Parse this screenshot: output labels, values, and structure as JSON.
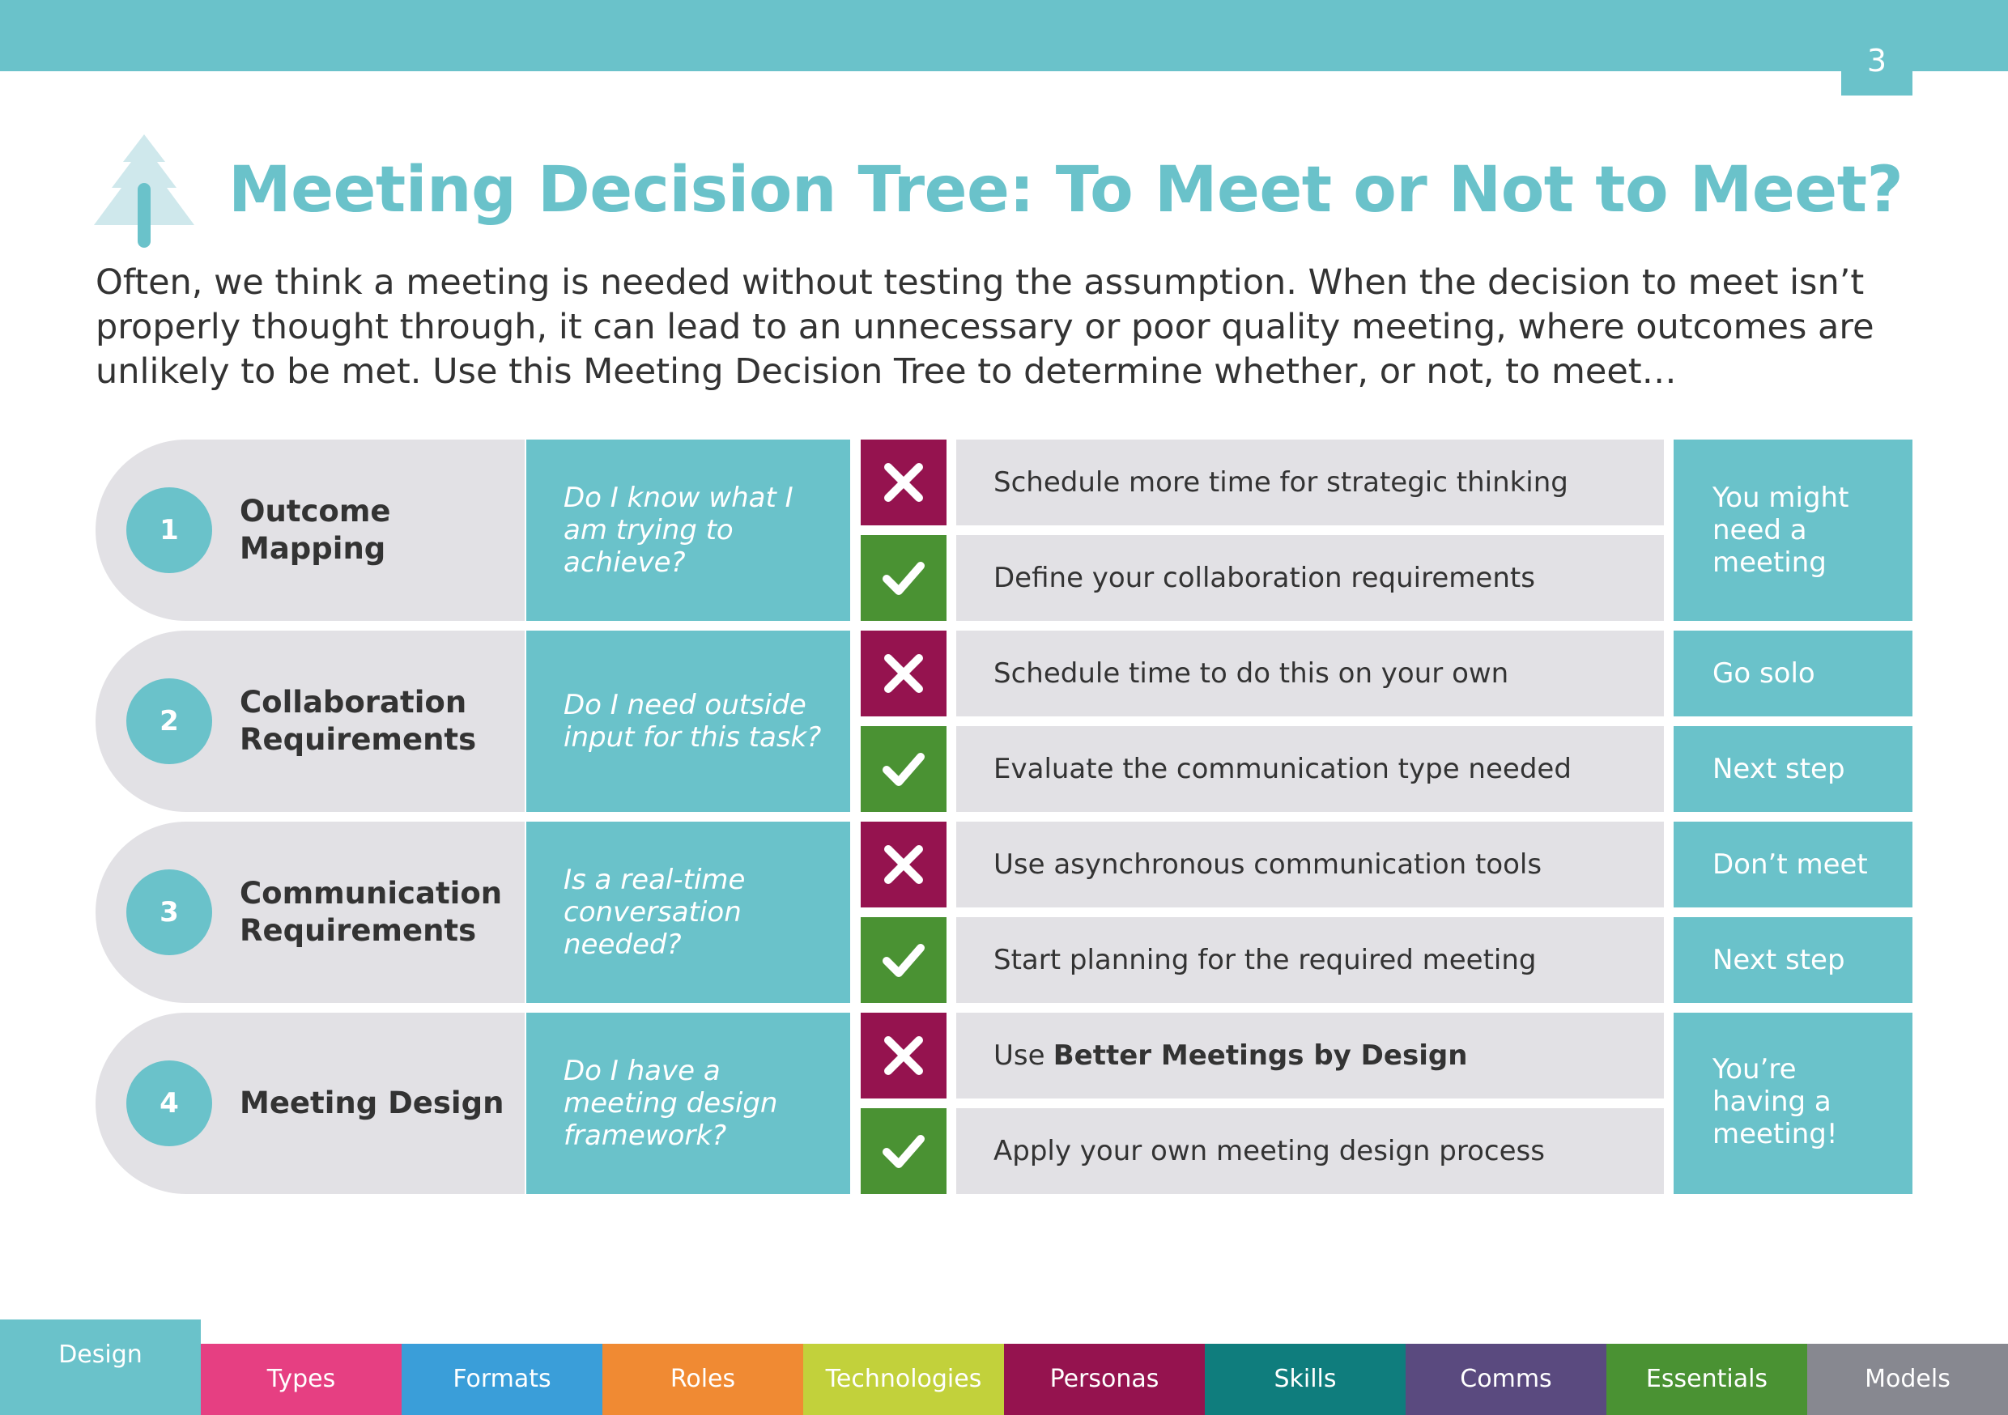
{
  "page_number": "3",
  "title": "Meeting Decision Tree: To Meet or Not to Meet?",
  "intro": "Often, we think a meeting is needed without testing the assumption. When the decision to meet isn’t properly thought through, it can lead to an unnecessary or poor quality meeting, where outcomes are unlikely to be met. Use this Meeting Decision Tree to determine whether, or not, to meet…",
  "icons": {
    "header": "tree-icon",
    "no": "cross-icon",
    "yes": "check-icon"
  },
  "colors": {
    "teal": "#6ac2ca",
    "grey": "#e2e1e5",
    "no": "#95134f",
    "yes": "#4a9233"
  },
  "steps": [
    {
      "number": "1",
      "name": "Outcome Mapping",
      "question": "Do I know what I am trying to achieve?",
      "no_action": "Schedule more time for strategic thinking",
      "yes_action": "Define your collaboration requirements",
      "outcome": "You might need a meeting"
    },
    {
      "number": "2",
      "name": "Collaboration Requirements",
      "question": "Do I need outside input for this task?",
      "no_action": "Schedule time to do this on your own",
      "no_outcome": "Go solo",
      "yes_action": "Evaluate the communication type needed",
      "yes_outcome": "Next step"
    },
    {
      "number": "3",
      "name": "Communication Requirements",
      "question": "Is a real-time conversation needed?",
      "no_action": "Use asynchronous communication tools",
      "no_outcome": "Don’t meet",
      "yes_action": "Start planning for the required meeting",
      "yes_outcome": "Next step"
    },
    {
      "number": "4",
      "name": "Meeting Design",
      "question": "Do I have a meeting design framework?",
      "no_action_prefix": "Use",
      "no_action_bold": "Better Meetings by Design",
      "yes_action": "Apply your own meeting design process",
      "outcome": "You’re having a meeting!"
    }
  ],
  "nav": [
    {
      "label": "Design",
      "color": "#6ac2ca",
      "active": true
    },
    {
      "label": "Types",
      "color": "#e63f82"
    },
    {
      "label": "Formats",
      "color": "#3a9ed9"
    },
    {
      "label": "Roles",
      "color": "#f08a33"
    },
    {
      "label": "Technologies",
      "color": "#c2d13b"
    },
    {
      "label": "Personas",
      "color": "#95134f"
    },
    {
      "label": "Skills",
      "color": "#0f7d7d"
    },
    {
      "label": "Comms",
      "color": "#5a4a7f"
    },
    {
      "label": "Essentials",
      "color": "#4a9233"
    },
    {
      "label": "Models",
      "color": "#878890"
    }
  ]
}
